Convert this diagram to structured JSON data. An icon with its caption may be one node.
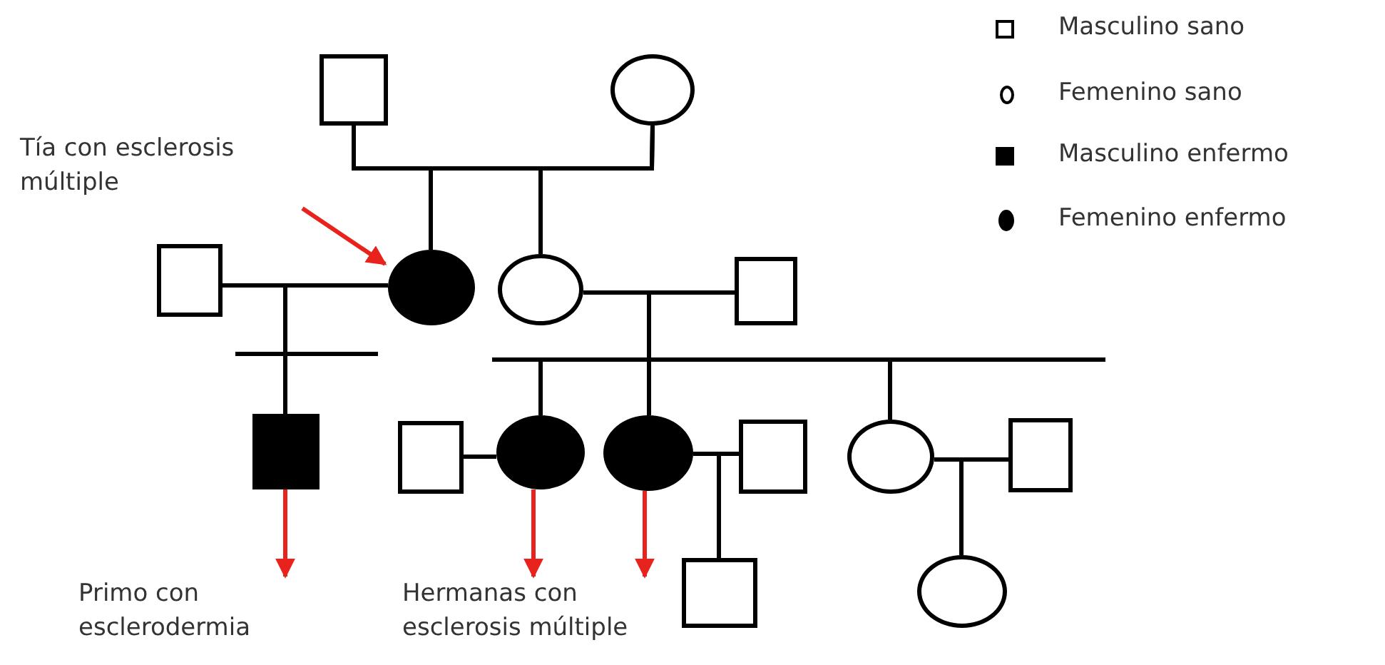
{
  "diagram": {
    "nodes": [
      {
        "text": [],
        "shape": "box"
      },
      {
        "text": [],
        "shape": "circle"
      },
      {
        "text": [
          "Tía con esclerosis múltiple"
        ]
      },
      {
        "text": [],
        "shape": "box"
      },
      {
        "text": [],
        "shape": "disc"
      },
      {
        "text": [],
        "shape": "circle"
      },
      {
        "text": [],
        "shape": "box"
      },
      {
        "text": [],
        "shape": "block"
      },
      {
        "text": [],
        "shape": "box"
      },
      {
        "text": [],
        "shape": "disc"
      },
      {
        "text": [],
        "shape": "disc"
      },
      {
        "text": [],
        "shape": "box"
      },
      {
        "text": [],
        "shape": "circle"
      },
      {
        "text": [],
        "shape": "box"
      },
      {
        "text": [],
        "shape": "box"
      },
      {
        "text": [],
        "shape": "circle"
      },
      {
        "text": [
          "Primo con esclerodermia"
        ]
      },
      {
        "text": [
          "Hermanas con esclerosis múltiple"
        ]
      }
    ],
    "edges": [
      {
        "from": 0,
        "to": 1,
        "arrow": "none"
      },
      {
        "from": 0,
        "to": 4,
        "arrow": "none"
      },
      {
        "from": 1,
        "to": 5,
        "arrow": "none"
      },
      {
        "from": 3,
        "to": 4,
        "arrow": "none"
      },
      {
        "from": 4,
        "to": 7,
        "arrow": "none"
      },
      {
        "from": 5,
        "to": 6,
        "arrow": "none"
      },
      {
        "from": 5,
        "to": 9,
        "arrow": "none"
      },
      {
        "from": 5,
        "to": 10,
        "arrow": "none"
      },
      {
        "from": 5,
        "to": 12,
        "arrow": "none"
      },
      {
        "from": 8,
        "to": 9,
        "arrow": "none"
      },
      {
        "from": 10,
        "to": 11,
        "arrow": "none"
      },
      {
        "from": 10,
        "to": 14,
        "arrow": "none"
      },
      {
        "from": 12,
        "to": 13,
        "arrow": "none"
      },
      {
        "from": 12,
        "to": 15,
        "arrow": "none"
      },
      {
        "from": 2,
        "to": 4,
        "arrow": "to",
        "color": "#e8231e"
      },
      {
        "from": 7,
        "to": 16,
        "arrow": "to",
        "color": "#e8231e"
      },
      {
        "from": 9,
        "to": 17,
        "arrow": "to",
        "color": "#e8231e"
      },
      {
        "from": 10,
        "to": 17,
        "arrow": "to",
        "color": "#e8231e"
      }
    ],
    "legend": [
      {
        "text": "Masculino sano"
      },
      {
        "text": "Femenino sano"
      },
      {
        "text": "Masculino enfermo"
      },
      {
        "text": "Femenino enfermo"
      }
    ]
  }
}
